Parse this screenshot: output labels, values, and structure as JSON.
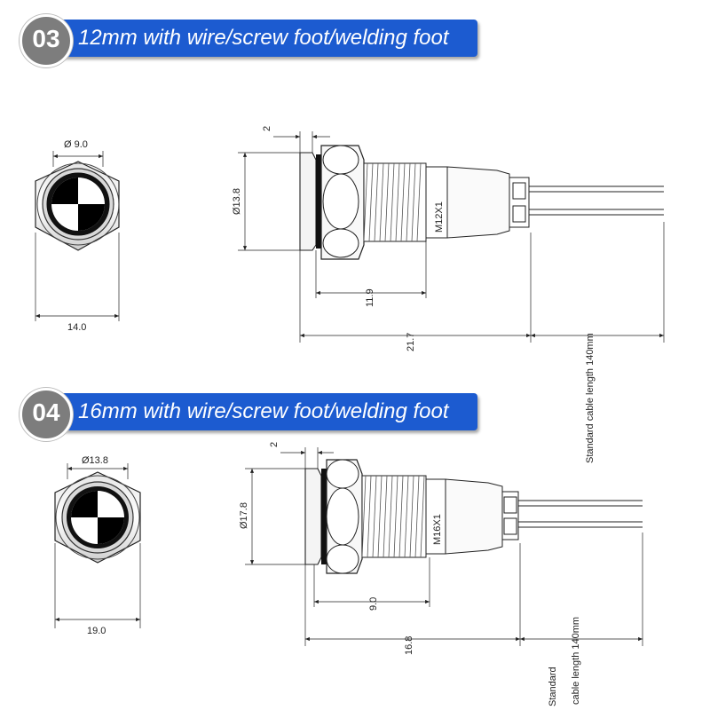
{
  "sections": [
    {
      "badge": "03",
      "title": "12mm with wire/screw foot/welding foot",
      "front_dia": "Ø 9.0",
      "front_width": "14.0",
      "side_dia": "Ø13.8",
      "bezel": "2",
      "thread": "M12X1",
      "nut_len": "11.9",
      "total_len": "21.7",
      "cable": "Standard cable length 140mm"
    },
    {
      "badge": "04",
      "title": "16mm with wire/screw foot/welding foot",
      "front_dia": "Ø13.8",
      "front_width": "19.0",
      "side_dia": "Ø17.8",
      "bezel": "2",
      "thread": "M16X1",
      "nut_len": "9.0",
      "total_len": "16.8",
      "cable_line1": "Standard",
      "cable_line2": "cable length 140mm"
    }
  ]
}
